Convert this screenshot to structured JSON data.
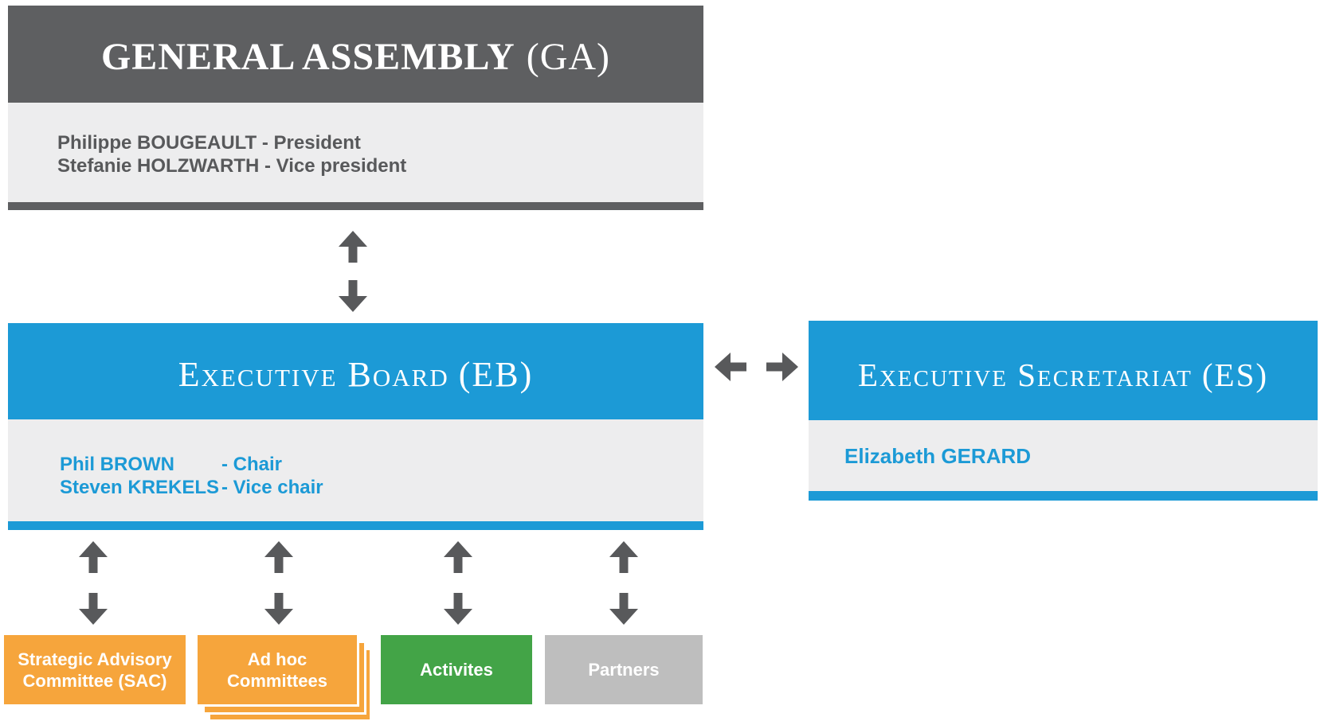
{
  "colors": {
    "header_dark_gray": "#5E5F61",
    "panel_light_gray": "#EDEDEE",
    "blue": "#1C9AD6",
    "orange": "#F6A53C",
    "green": "#43A447",
    "partners_gray": "#BEBEBE",
    "arrow_gray": "#58595B",
    "body_text_gray": "#58595B",
    "heading_text": "#FFFFFF"
  },
  "general_assembly": {
    "title": "GENERAL ASSEMBLY",
    "abbreviation": "(GA)",
    "members": [
      "Philippe BOUGEAULT - President",
      "Stefanie HOLZWARTH - Vice president"
    ]
  },
  "executive_board": {
    "title": "Executive Board",
    "abbreviation": "(EB)",
    "members": [
      {
        "name": "Phil BROWN",
        "role": "- Chair"
      },
      {
        "name": "Steven KREKELS",
        "role": "- Vice chair"
      }
    ]
  },
  "executive_secretariat": {
    "title": "Executive Secretariat",
    "abbreviation": "(ES)",
    "members": [
      "Elizabeth GERARD"
    ]
  },
  "bottom_row": {
    "strategic_advisory_committee": {
      "label": "Strategic Advisory Committee (SAC)"
    },
    "ad_hoc_committees": {
      "label": "Ad hoc Committees"
    },
    "activities": {
      "label": "Activites"
    },
    "partners": {
      "label": "Partners"
    }
  }
}
